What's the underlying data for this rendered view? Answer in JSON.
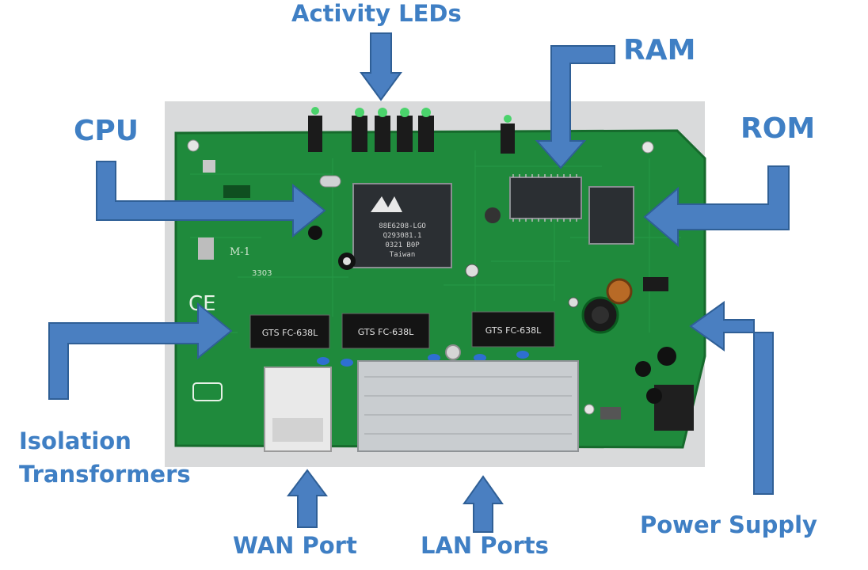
{
  "labels": {
    "activity_leds": "Activity LEDs",
    "ram": "RAM",
    "cpu": "CPU",
    "rom": "ROM",
    "isolation_line1": "Isolation",
    "isolation_line2": "Transformers",
    "wan_port": "WAN Port",
    "lan_ports": "LAN Ports",
    "power_supply": "Power Supply"
  },
  "board": {
    "cpu_chip_text": [
      "88E6208-LGO",
      "Q293081.1",
      "0321 B0P",
      "Taiwan"
    ],
    "transformer_text": [
      "GTS FC-638L",
      "GTS FC-638L",
      "GTS FC-638L"
    ],
    "silkscreen_marks": [
      "CE",
      "M-1",
      "3303"
    ]
  },
  "colors": {
    "label": "#3f7fc4",
    "arrow": "#4a7fc1",
    "arrow_outline": "#2f5f96",
    "pcb": "#1f8a3c",
    "pcb_dark": "#166a2c",
    "metal": "#c9cdd0",
    "chip": "#2b2f33"
  }
}
